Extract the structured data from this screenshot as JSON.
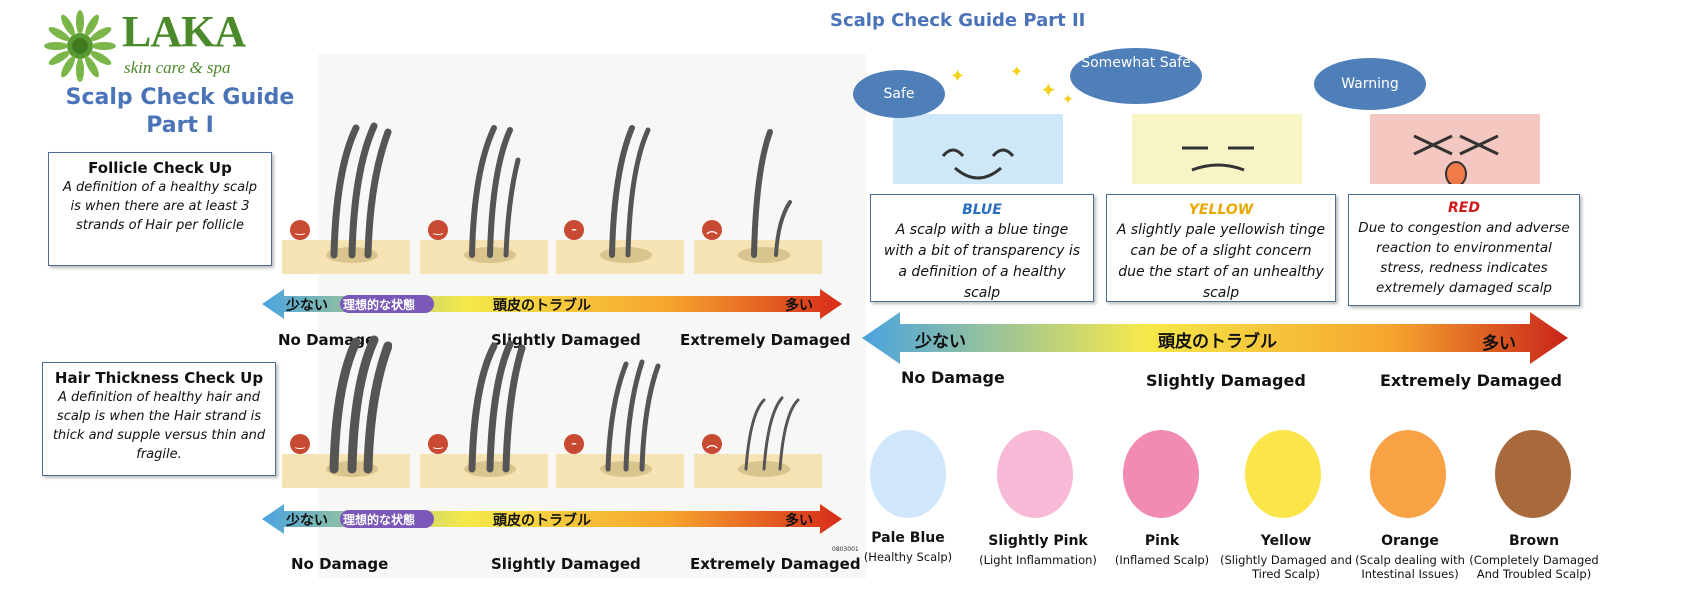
{
  "logo": {
    "name": "LAKA",
    "tagline": "skin care & spa"
  },
  "left": {
    "title": "Scalp Check Guide Part I",
    "follicle": {
      "heading": "Follicle Check Up",
      "body": "A definition of a healthy scalp is when there are at least 3 strands of Hair per follicle"
    },
    "thickness": {
      "heading": "Hair Thickness Check Up",
      "body": "A definition of healthy hair and scalp is when the Hair strand is thick and supple versus thin and fragile."
    },
    "arrow": {
      "left": "少ない",
      "pill": "理想的な状態",
      "center": "頭皮のトラブル",
      "right": "多い"
    },
    "labels_row1": [
      "No Damage",
      "Slightly Damaged",
      "Extremely Damaged"
    ],
    "labels_row2": [
      "No Damage",
      "Slightly Damaged",
      "Extremely Damaged"
    ],
    "code": "0803001"
  },
  "right": {
    "title": "Scalp Check Guide Part II",
    "bubbles": [
      "Safe",
      "Somewhat Safe",
      "Warning"
    ],
    "cards": [
      {
        "color": "BLUE",
        "color_hex": "#2a6fc0",
        "body": "A scalp with a blue tinge with a bit of transparency is a definition of a healthy scalp"
      },
      {
        "color": "YELLOW",
        "color_hex": "#e8a800",
        "body": "A slightly pale yellowish tinge can be of a slight concern due the start of an unhealthy scalp"
      },
      {
        "color": "RED",
        "color_hex": "#d21a1a",
        "body": "Due to congestion and adverse reaction to environmental stress, redness indicates extremely damaged scalp"
      }
    ],
    "arrow": {
      "left": "少ない",
      "center": "頭皮のトラブル",
      "right": "多い"
    },
    "labels": [
      "No Damage",
      "Slightly Damaged",
      "Extremely Damaged"
    ],
    "swatches": [
      {
        "name": "Pale Blue",
        "sub": "(Healthy Scalp)",
        "hex": "#cfe6fb"
      },
      {
        "name": "Slightly Pink",
        "sub": "(Light Inflammation)",
        "hex": "#f8b9d6"
      },
      {
        "name": "Pink",
        "sub": "(Inflamed Scalp)",
        "hex": "#f18bb4"
      },
      {
        "name": "Yellow",
        "sub": "(Slightly Damaged and Tired Scalp)",
        "hex": "#fbe54a"
      },
      {
        "name": "Orange",
        "sub": "(Scalp dealing with Intestinal Issues)",
        "hex": "#f7a245"
      },
      {
        "name": "Brown",
        "sub": "(Completely Damaged And Troubled Scalp)",
        "hex": "#a86a3b"
      }
    ]
  }
}
